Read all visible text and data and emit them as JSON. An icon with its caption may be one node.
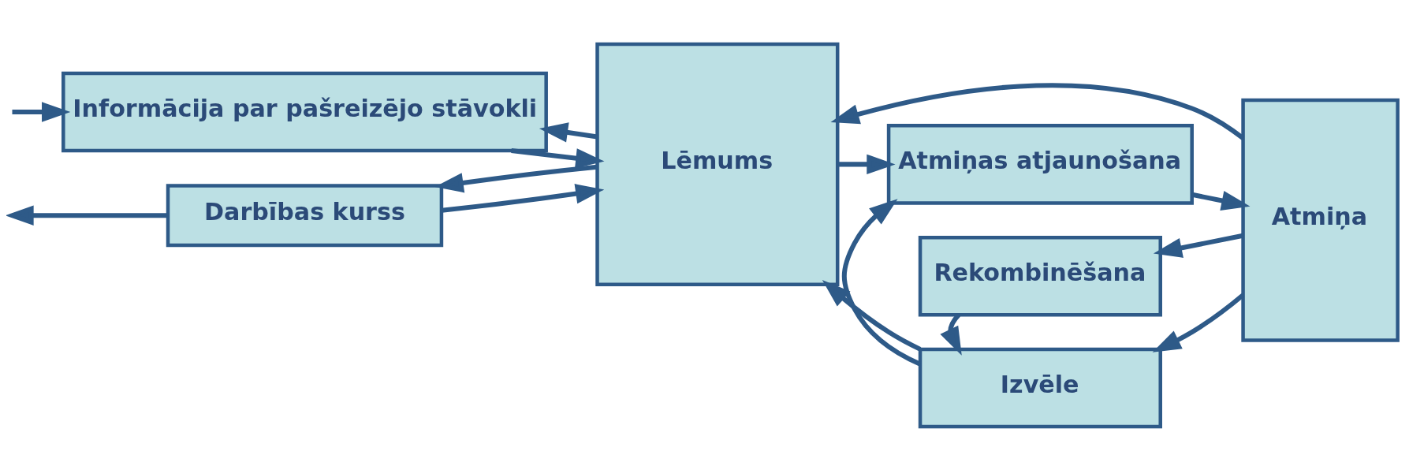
{
  "diagram": {
    "nodes": [
      {
        "text": [
          "Informācija par pašreizējo stāvokli"
        ]
      },
      {
        "text": [
          "Darbības kurss"
        ]
      },
      {
        "text": [
          "Lēmums"
        ]
      },
      {
        "text": [
          "Atmiņas atjaunošana"
        ]
      },
      {
        "text": [
          "Atmiņa"
        ]
      },
      {
        "text": [
          "Izvēle"
        ]
      },
      {
        "text": [
          "Rekombinēšana"
        ]
      }
    ],
    "edges": [
      {
        "from": null,
        "to": 0,
        "arrow": "to"
      },
      {
        "from": 0,
        "to": 2,
        "arrow": "to"
      },
      {
        "from": 2,
        "to": 0,
        "arrow": "to"
      },
      {
        "from": 1,
        "to": 2,
        "arrow": "to"
      },
      {
        "from": 2,
        "to": 1,
        "arrow": "to"
      },
      {
        "from": 1,
        "to": null,
        "arrow": "to"
      },
      {
        "from": 2,
        "to": 3,
        "arrow": "to"
      },
      {
        "from": 3,
        "to": 4,
        "arrow": "to"
      },
      {
        "from": 4,
        "to": 2,
        "arrow": "to"
      },
      {
        "from": 5,
        "to": 3,
        "arrow": "to"
      },
      {
        "from": 5,
        "to": 2,
        "arrow": "to"
      },
      {
        "from": 4,
        "to": 5,
        "arrow": "to"
      },
      {
        "from": 6,
        "to": 5,
        "arrow": "to"
      },
      {
        "from": 4,
        "to": 6,
        "arrow": "to"
      }
    ]
  }
}
